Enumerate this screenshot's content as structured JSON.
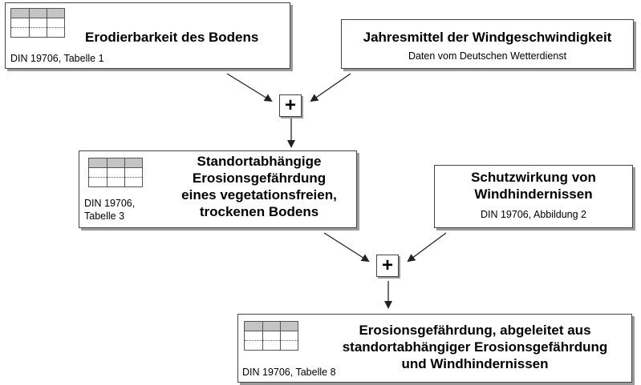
{
  "boxes": {
    "erodierbarkeit": {
      "title": "Erodierbarkeit des Bodens",
      "source": "DIN 19706, Tabelle 1"
    },
    "windgeschwindigkeit": {
      "title": "Jahresmittel der Windgeschwindigkeit",
      "source": "Daten vom Deutschen Wetterdienst"
    },
    "standort": {
      "title_lines": [
        "Standortabhängige",
        "Erosionsgefährdung",
        "eines vegetationsfreien,",
        "trockenen Bodens"
      ],
      "source_lines": [
        "DIN 19706,",
        "Tabelle 3"
      ]
    },
    "schutzwirkung": {
      "title_lines": [
        "Schutzwirkung von",
        "Windhindernissen"
      ],
      "source": "DIN 19706, Abbildung 2"
    },
    "ergebnis": {
      "title_lines": [
        "Erosionsgefährdung, abgeleitet aus",
        "standortabhängiger Erosionsgefährdung",
        "und Windhindernissen"
      ],
      "source": "DIN 19706, Tabelle 8"
    }
  },
  "operators": {
    "plus_symbol": "+"
  }
}
